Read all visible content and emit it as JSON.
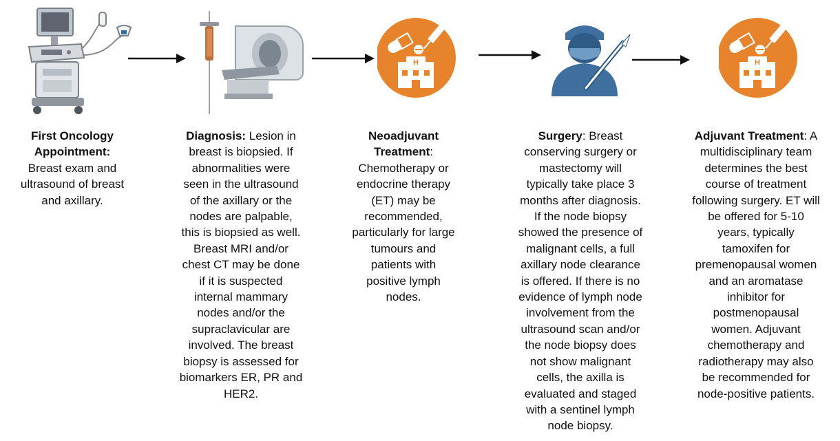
{
  "steps": [
    {
      "id": "first-appointment",
      "icon": "ultrasound-machine-icon",
      "title": "First Oncology\nAppointment:",
      "body": "Breast exam and\nultrasound of breast\nand axillary."
    },
    {
      "id": "diagnosis",
      "icon": "biopsy-needle-and-mri-scanner-icon",
      "title": "Diagnosis:",
      "body": " Lesion in\nbreast is biopsied. If\nabnormalities were\nseen in the ultrasound\nof the axillary or the\nnodes are palpable,\nthis is biopsied as well.\nBreast MRI and/or\nchest CT may be done\nif it is suspected\ninternal mammary\nnodes and/or the\nsupraclavicular are\ninvolved. The breast\nbiopsy is assessed for\nbiomarkers ER, PR and\nHER2."
    },
    {
      "id": "neoadjuvant",
      "icon": "hospital-medication-syringe-icon",
      "title": "Neoadjuvant\nTreatment",
      "body": ":\nChemotherapy or\nendocrine therapy\n(ET) may be\nrecommended,\nparticularly for large\ntumours and\npatients with\npositive lymph\nnodes."
    },
    {
      "id": "surgery",
      "icon": "surgeon-scalpel-icon",
      "title": "Surgery",
      "body": ": Breast\nconserving surgery or\nmastectomy will\ntypically take place 3\nmonths after diagnosis.\nIf the node biopsy\nshowed the presence of\nmalignant cells, a full\naxillary node clearance\nis offered. If there is no\nevidence of lymph node\ninvolvement from the\nultrasound scan and/or\nthe node  biopsy does\nnot show malignant\ncells, the axilla is\nevaluated and staged\nwith a sentinel lymph\nnode biopsy."
    },
    {
      "id": "adjuvant",
      "icon": "hospital-medication-syringe-icon",
      "title": "Adjuvant Treatment",
      "body": ": A\nmultidisciplinary team\ndetermines the best\ncourse of treatment\nfollowing surgery. ET will\nbe offered for 5-10\nyears, typically\ntamoxifen for\npremenopausal women\nand an aromatase\ninhibitor for\npostmenopausal\nwomen. Adjuvant\nchemotherapy and\nradiotherapy may also\nbe recommended for\nnode-positive patients."
    }
  ],
  "colors": {
    "accent_orange": "#e6832b",
    "text": "#111111",
    "arrow": "#111111",
    "surgeon_blue": "#3f6f9e"
  }
}
